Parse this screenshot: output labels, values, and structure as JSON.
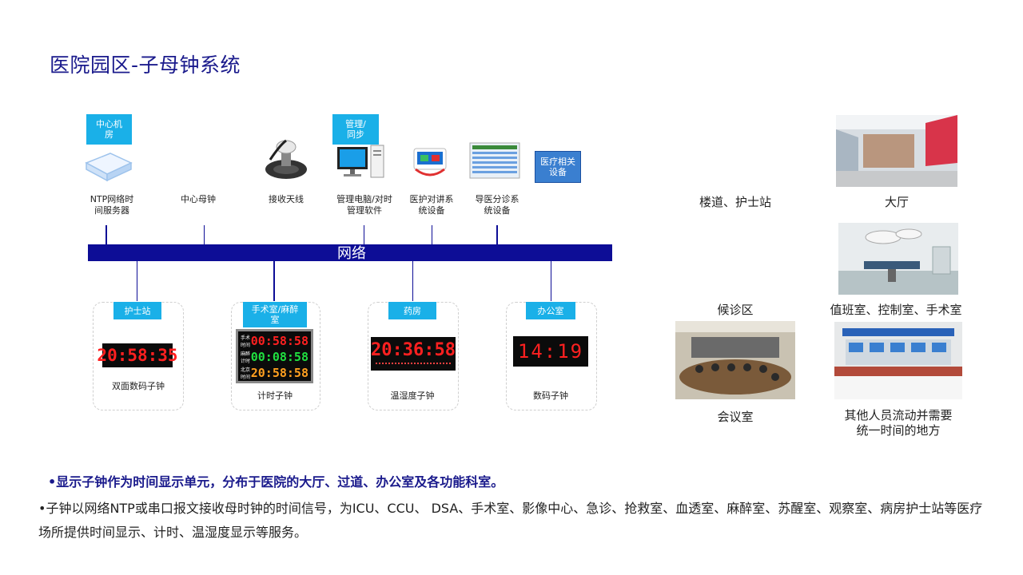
{
  "title": "医院园区-子母钟系统",
  "network_label": "网络",
  "top": {
    "tag_center": "中心机房",
    "tag_manage": "管理/同步",
    "tag_medical": "医疗相关设备",
    "ntp": "NTP网络时间服务器",
    "master": "中心母钟",
    "antenna": "接收天线",
    "pc": "管理电脑/对时管理软件",
    "intercom": "医护对讲系统设备",
    "guide": "导医分诊系统设备"
  },
  "rooms": {
    "nurse": "护士站",
    "surgery": "手术室/麻醉室",
    "pharmacy": "药房",
    "office": "办公室"
  },
  "clocks": {
    "c1": "20:58:35",
    "c1_label": "双面数码子钟",
    "c2_rows": [
      {
        "label": "手术时间",
        "value": "00:58:58"
      },
      {
        "label": "麻醉计时",
        "value": "00:08:58"
      },
      {
        "label": "北京时间",
        "value": "20:58:58"
      }
    ],
    "c2_label": "计时子钟",
    "c3": "20:36:58",
    "c3_label": "温湿度子钟",
    "c4": "14:19",
    "c4_label": "数码子钟"
  },
  "right": {
    "corridor": "楼道、护士站",
    "hall": "大厅",
    "waiting": "候诊区",
    "duty": "值班室、控制室、手术室",
    "meeting": "会议室",
    "other": "其他人员流动并需要统一时间的地方"
  },
  "bullets": {
    "b1": "•显示子钟作为时间显示单元，分布于医院的大厅、过道、办公室及各功能科室。",
    "b2": "•子钟以网络NTP或串口报文接收母时钟的时间信号，为ICU、CCU、 DSA、手术室、影像中心、急诊、抢救室、血透室、麻醉室、苏醒室、观察室、病房护士站等医疗场所提供时间显示、计时、温湿度显示等服务。"
  },
  "colors": {
    "accent": "#1ab0e8",
    "network": "#0d0d96",
    "title": "#1a1a8c",
    "led": "#ff2020",
    "led_green": "#20e040",
    "led_orange": "#ffa020"
  }
}
